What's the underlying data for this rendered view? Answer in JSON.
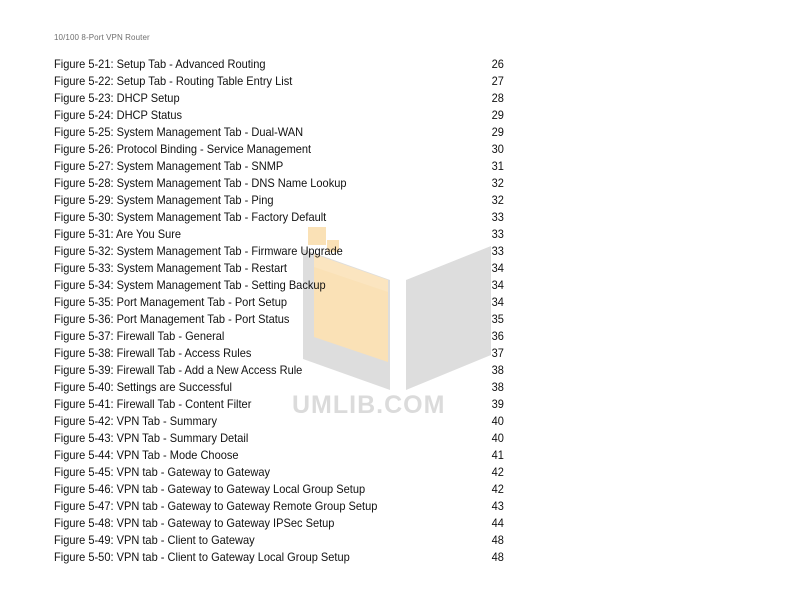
{
  "header": {
    "title": "10/100 8-Port VPN Router"
  },
  "toc_entries": [
    {
      "title": "Figure 5-21: Setup Tab - Advanced Routing",
      "page": "26"
    },
    {
      "title": "Figure 5-22: Setup Tab - Routing Table Entry List",
      "page": "27"
    },
    {
      "title": "Figure 5-23: DHCP Setup",
      "page": "28"
    },
    {
      "title": "Figure 5-24: DHCP Status",
      "page": "29"
    },
    {
      "title": "Figure 5-25: System Management Tab - Dual-WAN",
      "page": "29"
    },
    {
      "title": "Figure 5-26: Protocol Binding - Service Management",
      "page": "30"
    },
    {
      "title": "Figure 5-27: System Management Tab - SNMP",
      "page": "31"
    },
    {
      "title": "Figure 5-28: System Management Tab - DNS Name Lookup",
      "page": "32"
    },
    {
      "title": "Figure 5-29: System Management Tab - Ping",
      "page": "32"
    },
    {
      "title": "Figure 5-30: System Management Tab - Factory Default",
      "page": "33"
    },
    {
      "title": "Figure 5-31: Are You Sure",
      "page": "33"
    },
    {
      "title": "Figure 5-32: System Management Tab - Firmware Upgrade",
      "page": "33"
    },
    {
      "title": "Figure 5-33: System Management Tab - Restart",
      "page": "34"
    },
    {
      "title": "Figure 5-34: System Management Tab - Setting Backup",
      "page": "34"
    },
    {
      "title": "Figure 5-35: Port Management Tab - Port Setup",
      "page": "34"
    },
    {
      "title": "Figure 5-36: Port Management Tab - Port Status",
      "page": "35"
    },
    {
      "title": "Figure 5-37: Firewall Tab - General",
      "page": "36"
    },
    {
      "title": "Figure 5-38: Firewall Tab - Access Rules",
      "page": "37"
    },
    {
      "title": "Figure 5-39: Firewall Tab - Add a New Access Rule",
      "page": "38"
    },
    {
      "title": "Figure 5-40: Settings are Successful",
      "page": "38"
    },
    {
      "title": "Figure 5-41: Firewall Tab - Content Filter",
      "page": "39"
    },
    {
      "title": "Figure 5-42: VPN Tab - Summary",
      "page": "40"
    },
    {
      "title": "Figure 5-43: VPN Tab - Summary Detail",
      "page": "40"
    },
    {
      "title": "Figure 5-44: VPN Tab - Mode Choose",
      "page": "41"
    },
    {
      "title": "Figure 5-45: VPN tab - Gateway to Gateway",
      "page": "42"
    },
    {
      "title": "Figure 5-46: VPN tab - Gateway to Gateway Local Group Setup",
      "page": "42"
    },
    {
      "title": "Figure 5-47: VPN tab - Gateway to Gateway Remote Group Setup",
      "page": "43"
    },
    {
      "title": "Figure 5-48: VPN tab - Gateway to Gateway IPSec Setup",
      "page": "44"
    },
    {
      "title": "Figure 5-49: VPN tab - Client to Gateway",
      "page": "48"
    },
    {
      "title": "Figure 5-50: VPN tab - Client to Gateway Local Group Setup",
      "page": "48"
    }
  ],
  "watermark": {
    "text": "UMLIB.COM"
  },
  "colors": {
    "watermark_gray": "#c9c9c9",
    "watermark_orange": "#f8cf8a"
  }
}
